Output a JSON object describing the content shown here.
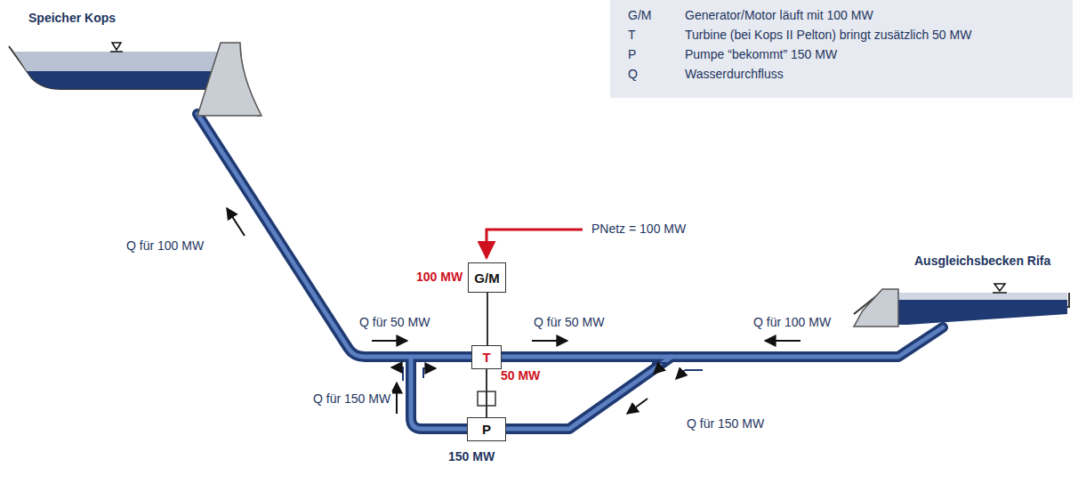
{
  "diagram": {
    "nodes": [
      {
        "text": [
          "Speicher Kops"
        ]
      },
      {
        "text": [
          "G/M"
        ]
      },
      {
        "text": [
          "T"
        ]
      },
      {
        "text": [
          "P"
        ]
      },
      {
        "text": [
          "Ausgleichsbecken Rifa"
        ]
      }
    ],
    "edges": [
      {
        "from": 1,
        "to": 2,
        "arrow": "none"
      },
      {
        "from": 2,
        "to": 3,
        "arrow": "none"
      }
    ],
    "labels": [
      "PNetz = 100 MW",
      "100 MW",
      "50 MW",
      "150 MW",
      "Q für 100 MW",
      "Q für 50 MW",
      "Q für 50 MW",
      "Q für 100 MW",
      "Q für 150 MW",
      "Q für 150 MW",
      "G/M",
      "T",
      "P",
      "Q"
    ],
    "legend": [
      {
        "text": "Generator/Motor läuft mit 100 MW"
      },
      {
        "text": "Turbine (bei Kops II Pelton) bringt zusätzlich 50 MW"
      },
      {
        "text": "Pumpe “bekommt” 150 MW"
      },
      {
        "text": "Wasserdurchfluss"
      }
    ]
  }
}
